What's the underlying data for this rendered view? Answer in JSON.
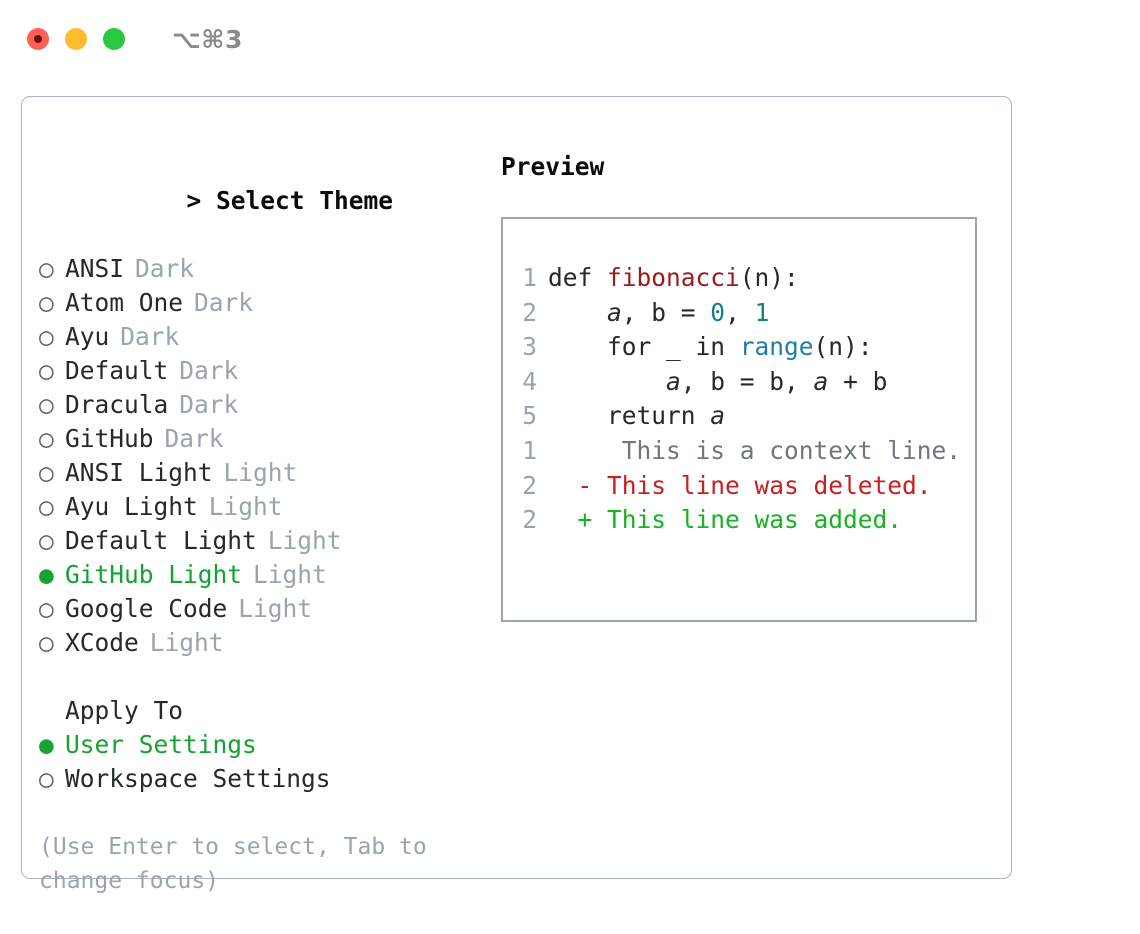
{
  "titlebar": {
    "shortcut": "⌥⌘3",
    "buttons": [
      {
        "name": "close",
        "color": "#ff5f57"
      },
      {
        "name": "minimize",
        "color": "#febc2e"
      },
      {
        "name": "maximize",
        "color": "#28c840"
      }
    ]
  },
  "theme_picker": {
    "header": "> Select Theme",
    "caret": ">",
    "header_text": "Select Theme",
    "marker_selected": "●",
    "marker_unselected": "○",
    "items": [
      {
        "label": "ANSI",
        "tag": "Dark",
        "selected": false
      },
      {
        "label": "Atom One",
        "tag": "Dark",
        "selected": false
      },
      {
        "label": "Ayu",
        "tag": "Dark",
        "selected": false
      },
      {
        "label": "Default",
        "tag": "Dark",
        "selected": false
      },
      {
        "label": "Dracula",
        "tag": "Dark",
        "selected": false
      },
      {
        "label": "GitHub",
        "tag": "Dark",
        "selected": false
      },
      {
        "label": "ANSI Light",
        "tag": "Light",
        "selected": false
      },
      {
        "label": "Ayu Light",
        "tag": "Light",
        "selected": false
      },
      {
        "label": "Default Light",
        "tag": "Light",
        "selected": false
      },
      {
        "label": "GitHub Light",
        "tag": "Light",
        "selected": true
      },
      {
        "label": "Google Code",
        "tag": "Light",
        "selected": false
      },
      {
        "label": "XCode",
        "tag": "Light",
        "selected": false
      }
    ]
  },
  "apply_to": {
    "header": "Apply To",
    "items": [
      {
        "label": "User Settings",
        "selected": true
      },
      {
        "label": "Workspace Settings",
        "selected": false
      }
    ]
  },
  "hint": "(Use Enter to select, Tab to change focus)",
  "preview": {
    "title": "Preview",
    "code_lines": [
      {
        "n": "1",
        "tokens": [
          {
            "t": "def ",
            "k": "plain"
          },
          {
            "t": "fibonacci",
            "k": "fn"
          },
          {
            "t": "(n):",
            "k": "plain"
          }
        ]
      },
      {
        "n": "2",
        "tokens": [
          {
            "t": "    ",
            "k": "plain"
          },
          {
            "t": "a",
            "k": "var"
          },
          {
            "t": ", b = ",
            "k": "plain"
          },
          {
            "t": "0",
            "k": "num"
          },
          {
            "t": ", ",
            "k": "plain"
          },
          {
            "t": "1",
            "k": "num"
          }
        ]
      },
      {
        "n": "3",
        "tokens": [
          {
            "t": "    for _ in ",
            "k": "plain"
          },
          {
            "t": "range",
            "k": "call"
          },
          {
            "t": "(n):",
            "k": "plain"
          }
        ]
      },
      {
        "n": "4",
        "tokens": [
          {
            "t": "        ",
            "k": "plain"
          },
          {
            "t": "a",
            "k": "var"
          },
          {
            "t": ", b = b, ",
            "k": "plain"
          },
          {
            "t": "a",
            "k": "var"
          },
          {
            "t": " + b",
            "k": "plain"
          }
        ]
      },
      {
        "n": "5",
        "tokens": [
          {
            "t": "    return ",
            "k": "plain"
          },
          {
            "t": "a",
            "k": "var"
          }
        ]
      }
    ],
    "diff_lines": [
      {
        "n": "1",
        "sign": " ",
        "text": "  This is a context line.",
        "kind": "ctx"
      },
      {
        "n": "2",
        "sign": "-",
        "text": " This line was deleted.",
        "kind": "del"
      },
      {
        "n": "2",
        "sign": "+",
        "text": " This line was added.",
        "kind": "add"
      }
    ]
  },
  "colors": {
    "accent_green": "#15a233",
    "muted": "#9aa4b0",
    "text": "#24292f",
    "fn_red": "#9b1c1c",
    "num_teal": "#17807c",
    "call_blue": "#1d7fa8",
    "diff_add": "#17b321",
    "diff_del": "#c72020",
    "panel_border": "#aab4c0",
    "preview_border": "#9aa5b1"
  }
}
